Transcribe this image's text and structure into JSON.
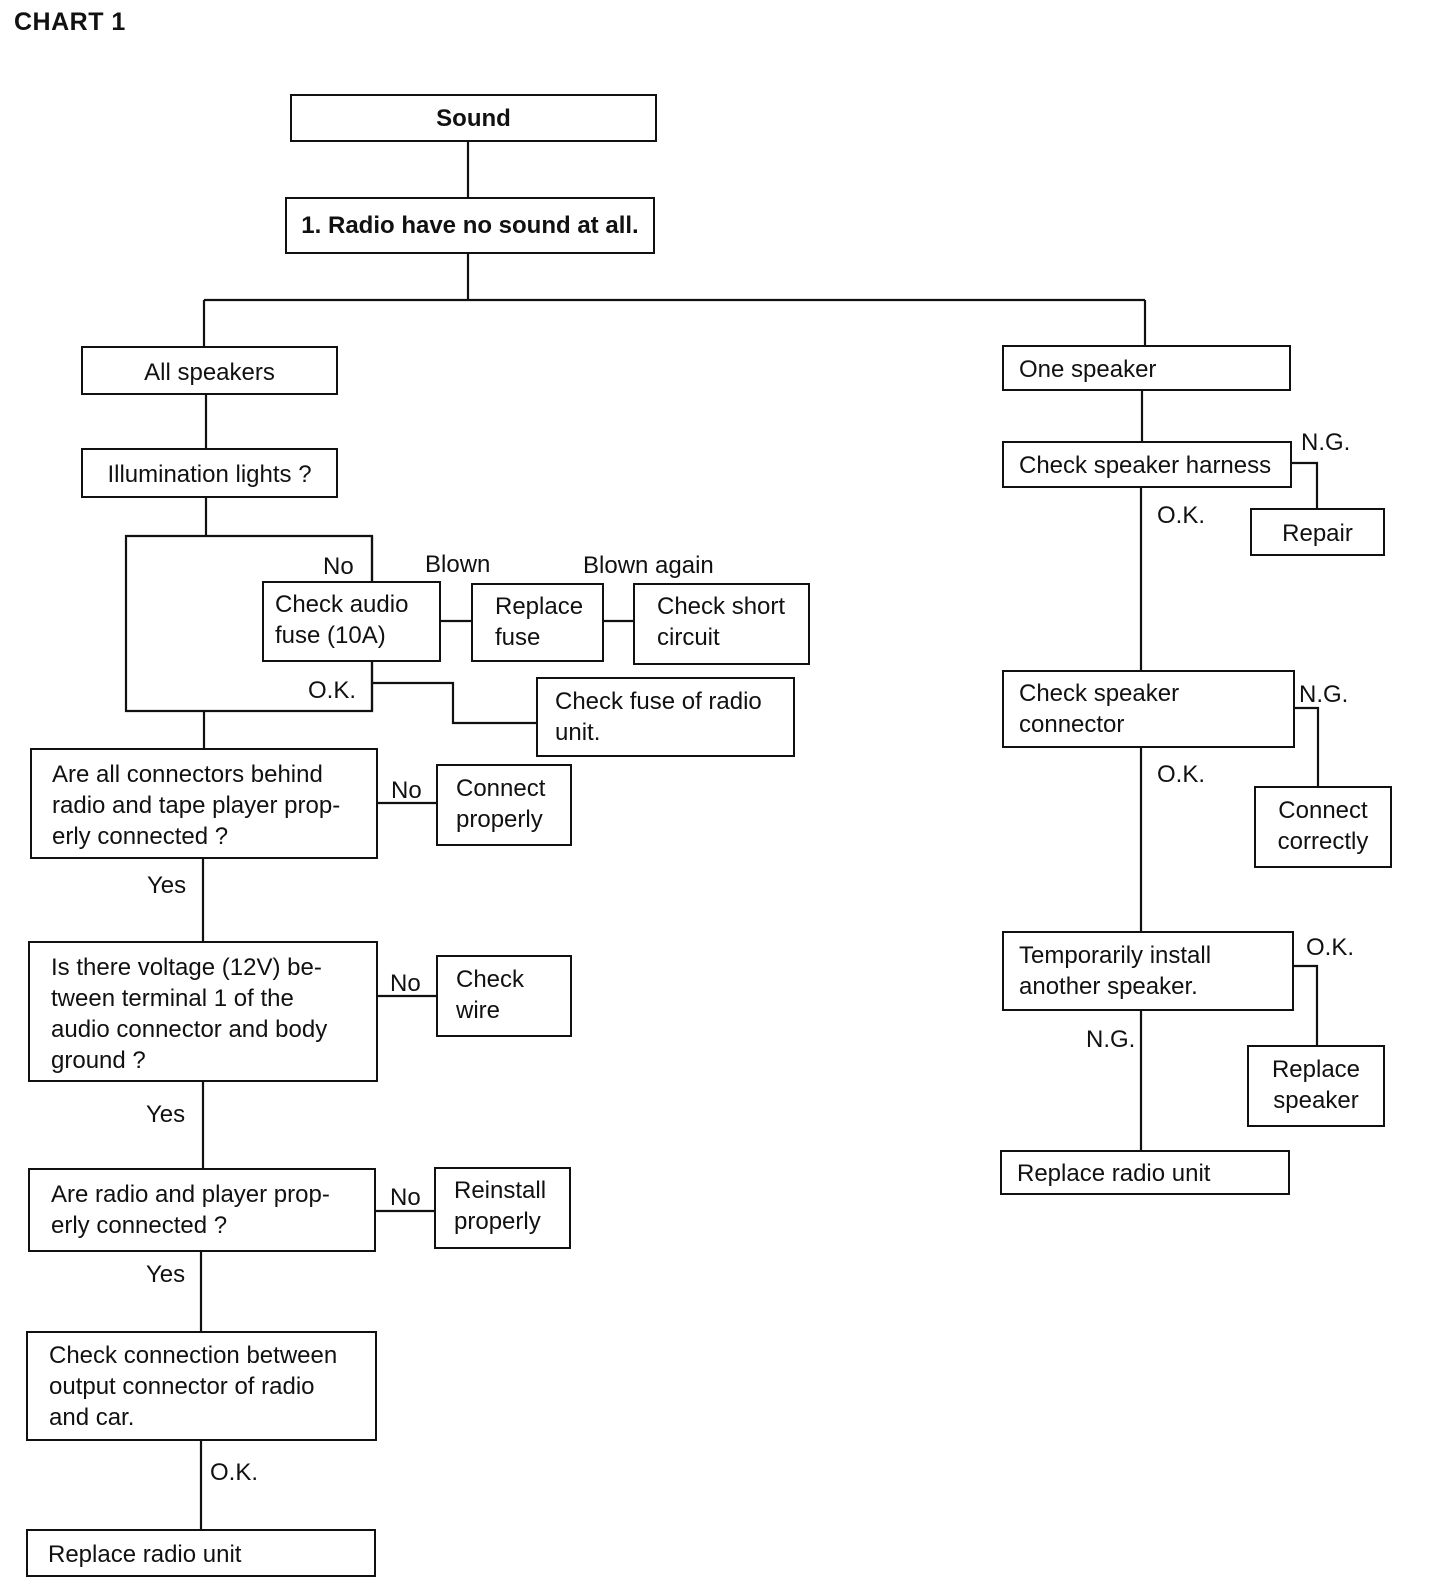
{
  "chart_title": "CHART 1",
  "nodes": {
    "sound": "Sound",
    "no_sound": "1. Radio have no sound at all.",
    "all_speakers": "All speakers",
    "illumination": "Illumination lights ?",
    "check_audio_fuse": "Check audio\nfuse (10A)",
    "replace_fuse": "Replace\nfuse",
    "check_short": "Check short\ncircuit",
    "check_fuse_radio": "Check fuse of radio\nunit.",
    "connectors_q": "Are all connectors behind\nradio and tape player prop-\nerly connected ?",
    "connect_properly": "Connect\nproperly",
    "voltage_q": "Is there voltage (12V) be-\ntween terminal 1 of the\naudio connector and body\nground ?",
    "check_wire": "Check\nwire",
    "radio_player_q": "Are radio and player prop-\nerly connected ?",
    "reinstall": "Reinstall\nproperly",
    "check_connection": "Check connection between\noutput connector of radio\nand car.",
    "replace_radio_left": "Replace radio unit",
    "one_speaker": "One speaker",
    "check_harness": "Check speaker harness",
    "repair": "Repair",
    "check_connector": "Check speaker\nconnector",
    "connect_correctly": "Connect\ncorrectly",
    "temp_install": "Temporarily install\nanother speaker.",
    "replace_speaker": "Replace\nspeaker",
    "replace_radio_right": "Replace radio unit"
  },
  "edge_labels": {
    "no_fuse": "No",
    "blown": "Blown",
    "blown_again": "Blown again",
    "ok_fuse": "O.K.",
    "no_connectors": "No",
    "yes_connectors": "Yes",
    "no_voltage": "No",
    "yes_voltage": "Yes",
    "no_radio_player": "No",
    "yes_radio_player": "Yes",
    "ok_connection": "O.K.",
    "ng_harness": "N.G.",
    "ok_harness": "O.K.",
    "ng_connector": "N.G.",
    "ok_connector": "O.K.",
    "ok_temp": "O.K.",
    "ng_temp": "N.G."
  }
}
